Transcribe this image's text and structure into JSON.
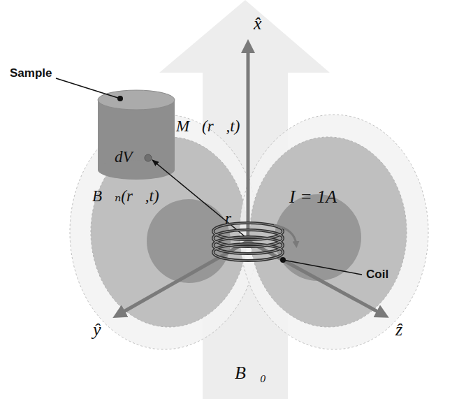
{
  "diagram": {
    "labels": [
      "Sample",
      "M⃗(r⃗,t)",
      "dV",
      "B⃗ₙ(r⃗,t)",
      "r⃗",
      "I = 1A",
      "Coil",
      "x̂",
      "ŷ",
      "ẑ",
      "B⃗₀"
    ]
  }
}
